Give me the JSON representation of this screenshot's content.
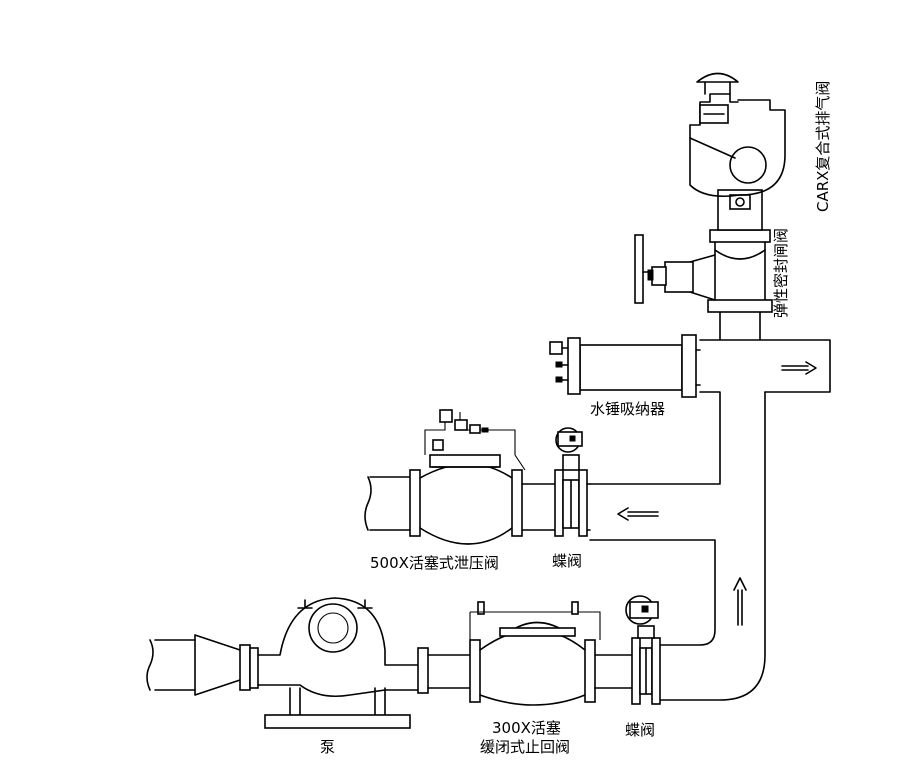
{
  "diagram": {
    "colors": {
      "line": "#000000",
      "background": "#ffffff"
    },
    "labels": {
      "pump": "泵",
      "check_valve_line1": "300X活塞",
      "check_valve_line2": "缓闭式止回阀",
      "butterfly_valve_lower": "蝶阀",
      "pressure_relief_valve": "500X活塞式泄压阀",
      "butterfly_valve_upper": "蝶阀",
      "water_hammer_arrester": "水锤吸纳器",
      "gate_valve": "弹性密封闸阀",
      "air_valve": "CARX复合式排气阀"
    },
    "flow_arrows": [
      "arrow-right",
      "arrow-left",
      "arrow-up"
    ]
  }
}
